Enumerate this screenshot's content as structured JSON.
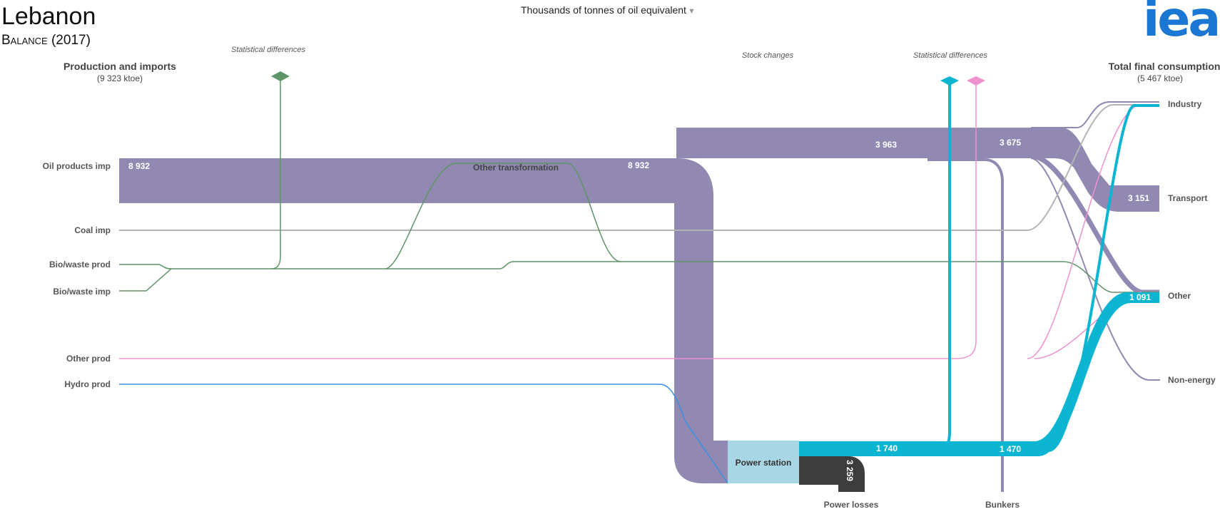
{
  "header": {
    "country": "Lebanon",
    "balance_label": "Balance",
    "year": "(2017)",
    "unit_selector": "Thousands of tonnes of oil equivalent",
    "logo": "iea"
  },
  "columns": {
    "left_title": "Production and imports",
    "left_total": "(9 323 ktoe)",
    "right_title": "Total final consumption",
    "right_total": "(5 467 ktoe)"
  },
  "annotations": {
    "stat_diff_left": "Statistical differences",
    "stock_changes": "Stock changes",
    "stat_diff_right": "Statistical differences"
  },
  "sources": [
    {
      "id": "oil_imp",
      "label": "Oil products imp",
      "value": "8 932"
    },
    {
      "id": "coal_imp",
      "label": "Coal imp"
    },
    {
      "id": "bio_prod",
      "label": "Bio/waste prod"
    },
    {
      "id": "bio_imp",
      "label": "Bio/waste imp"
    },
    {
      "id": "other_prod",
      "label": "Other prod"
    },
    {
      "id": "hydro_prod",
      "label": "Hydro prod"
    }
  ],
  "transformation": {
    "other": "Other transformation",
    "power_station": "Power station",
    "oil_to_power": "8 932",
    "oil_remaining_1": "3 963",
    "oil_remaining_2": "3 675",
    "elec_out_1": "1 740",
    "elec_out_2": "1 470",
    "losses_value": "3 259",
    "losses_label": "Power losses",
    "bunkers_label": "Bunkers"
  },
  "sinks": [
    {
      "id": "industry",
      "label": "Industry"
    },
    {
      "id": "transport",
      "label": "Transport",
      "value": "3 151"
    },
    {
      "id": "other",
      "label": "Other",
      "value": "1 091"
    },
    {
      "id": "non_energy",
      "label": "Non-energy"
    }
  ],
  "colors": {
    "oil": "#9189b2",
    "coal": "#b3b3b3",
    "bio": "#5e9468",
    "other_energy": "#ee92cf",
    "hydro": "#3a8fe0",
    "electricity": "#0cb5d2",
    "power_station": "#a9d6e5",
    "losses": "#3d3d3d",
    "logo": "#1a77d3"
  }
}
